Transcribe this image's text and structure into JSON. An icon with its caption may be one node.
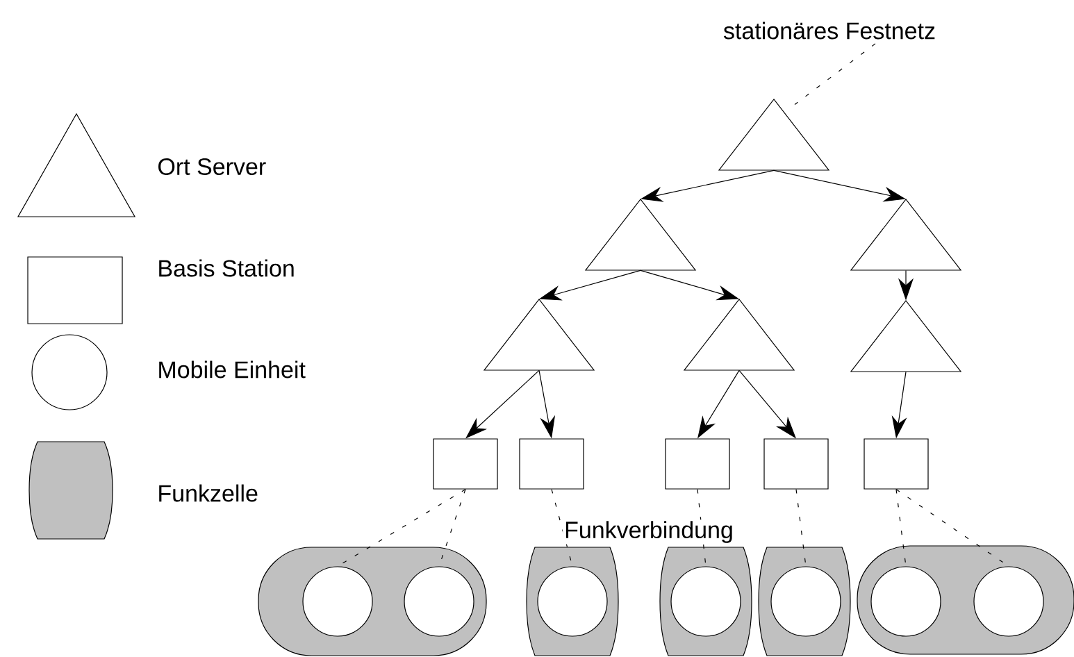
{
  "diagram": {
    "nodes": [
      {
        "text": [
          "stationäres Festnetz"
        ]
      },
      {
        "text": [],
        "shape": "triangle"
      },
      {
        "text": [],
        "shape": "triangle"
      },
      {
        "text": [],
        "shape": "triangle"
      },
      {
        "text": [],
        "shape": "triangle"
      },
      {
        "text": [],
        "shape": "triangle"
      },
      {
        "text": [],
        "shape": "triangle"
      },
      {
        "text": [],
        "shape": "box"
      },
      {
        "text": [],
        "shape": "box"
      },
      {
        "text": [],
        "shape": "box"
      },
      {
        "text": [],
        "shape": "box"
      },
      {
        "text": [],
        "shape": "box"
      },
      {
        "text": [],
        "shape": "capsule"
      },
      {
        "text": [],
        "shape": "barrel"
      },
      {
        "text": [],
        "shape": "barrel"
      },
      {
        "text": [],
        "shape": "barrel"
      },
      {
        "text": [],
        "shape": "capsule"
      },
      {
        "text": [],
        "shape": "circle",
        "in": 12
      },
      {
        "text": [],
        "shape": "circle",
        "in": 12
      },
      {
        "text": [],
        "shape": "circle",
        "in": 13
      },
      {
        "text": [],
        "shape": "circle",
        "in": 14
      },
      {
        "text": [],
        "shape": "circle",
        "in": 15
      },
      {
        "text": [],
        "shape": "circle",
        "in": 16
      },
      {
        "text": [],
        "shape": "circle",
        "in": 16
      }
    ],
    "edges": [
      {
        "from": 0,
        "to": 1,
        "arrow": "none",
        "style": "dashed"
      },
      {
        "from": 1,
        "to": 2,
        "arrow": "to"
      },
      {
        "from": 1,
        "to": 3,
        "arrow": "to"
      },
      {
        "from": 2,
        "to": 4,
        "arrow": "to"
      },
      {
        "from": 2,
        "to": 5,
        "arrow": "to"
      },
      {
        "from": 3,
        "to": 6,
        "arrow": "to"
      },
      {
        "from": 4,
        "to": 7,
        "arrow": "to"
      },
      {
        "from": 4,
        "to": 8,
        "arrow": "to"
      },
      {
        "from": 5,
        "to": 9,
        "arrow": "to"
      },
      {
        "from": 5,
        "to": 10,
        "arrow": "to"
      },
      {
        "from": 6,
        "to": 11,
        "arrow": "to"
      },
      {
        "from": 7,
        "to": 17,
        "arrow": "none",
        "style": "dashed"
      },
      {
        "from": 7,
        "to": 18,
        "arrow": "none",
        "style": "dashed"
      },
      {
        "from": 8,
        "to": 19,
        "arrow": "none",
        "style": "dashed"
      },
      {
        "from": 9,
        "to": 20,
        "arrow": "none",
        "style": "dashed"
      },
      {
        "from": 10,
        "to": 21,
        "arrow": "none",
        "style": "dashed"
      },
      {
        "from": 11,
        "to": 22,
        "arrow": "none",
        "style": "dashed"
      },
      {
        "from": 11,
        "to": 23,
        "arrow": "none",
        "style": "dashed"
      }
    ],
    "labels": [
      "Funkverbindung"
    ],
    "legend": [
      {
        "text": "Ort Server"
      },
      {
        "text": "Basis Station"
      },
      {
        "text": "Mobile Einheit"
      },
      {
        "text": "Funkzelle"
      }
    ]
  }
}
